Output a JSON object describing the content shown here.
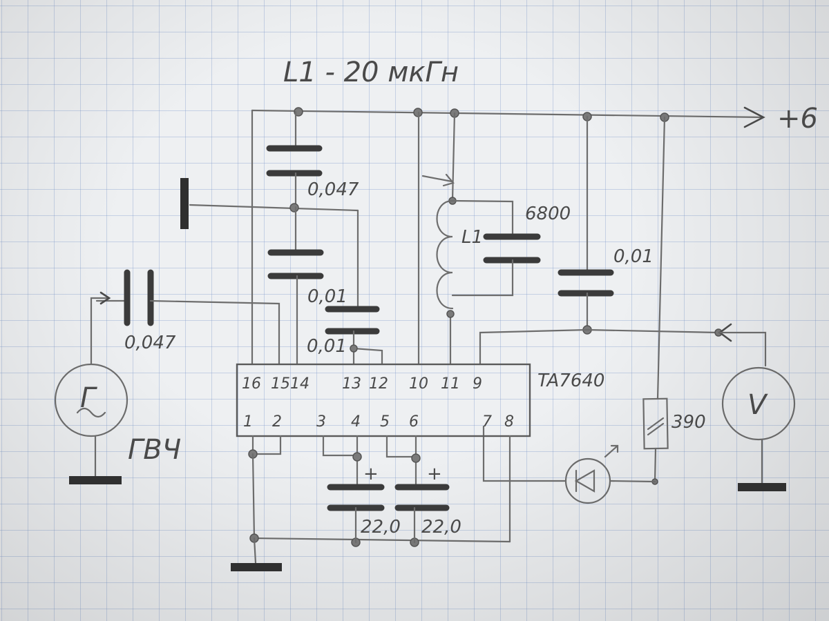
{
  "title": "L1 - 20 мкГн",
  "supply_label": "+6",
  "ic": {
    "name": "TA7640",
    "pins_top": [
      "16",
      "15",
      "14",
      "13",
      "12",
      "10",
      "11",
      "9"
    ],
    "pins_bottom": [
      "1",
      "2",
      "3",
      "4",
      "5",
      "6",
      "7",
      "8"
    ]
  },
  "components": {
    "c_input": "0,047",
    "c_top": "0,047",
    "c_mid": "0,01",
    "c_small": "0,01",
    "c_tank": "6800",
    "coil": "L1",
    "c_right": "0,01",
    "resistor": "390",
    "c_elec_left": "22,0",
    "c_elec_right": "22,0",
    "elec_plus": "+",
    "generator_symbol": "Г",
    "generator_label": "ГВЧ",
    "voltmeter_symbol": "V"
  }
}
